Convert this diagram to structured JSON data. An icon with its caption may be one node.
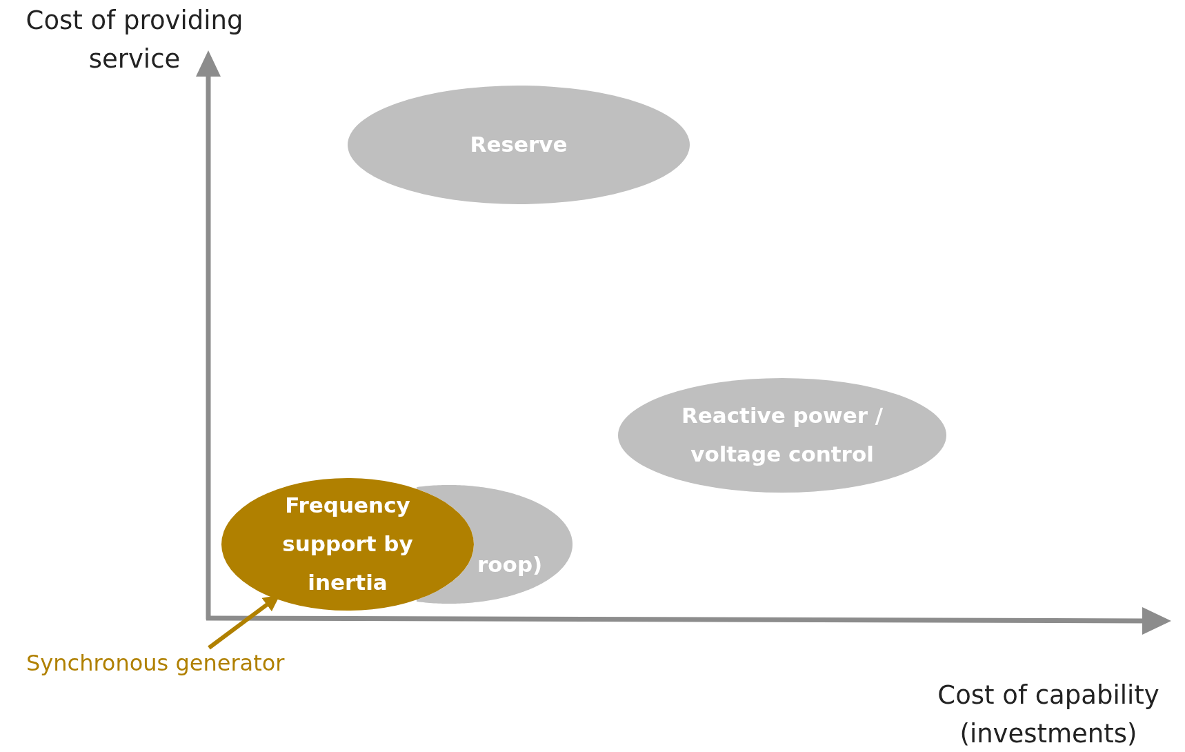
{
  "diagram": {
    "nodes": [
      {
        "text": [
          "Reserve"
        ]
      },
      {
        "text": [
          "Reactive power / voltage control"
        ]
      },
      {
        "text": [
          "roop)"
        ]
      },
      {
        "text": [
          "Frequency support by inertia"
        ]
      },
      {
        "text": [
          "Synchronous generator"
        ]
      }
    ],
    "edges": [
      {
        "from": 4,
        "to": 3,
        "arrow": "to"
      }
    ],
    "labels": [
      "Cost of providing service",
      "Cost of capability (investments)"
    ]
  }
}
